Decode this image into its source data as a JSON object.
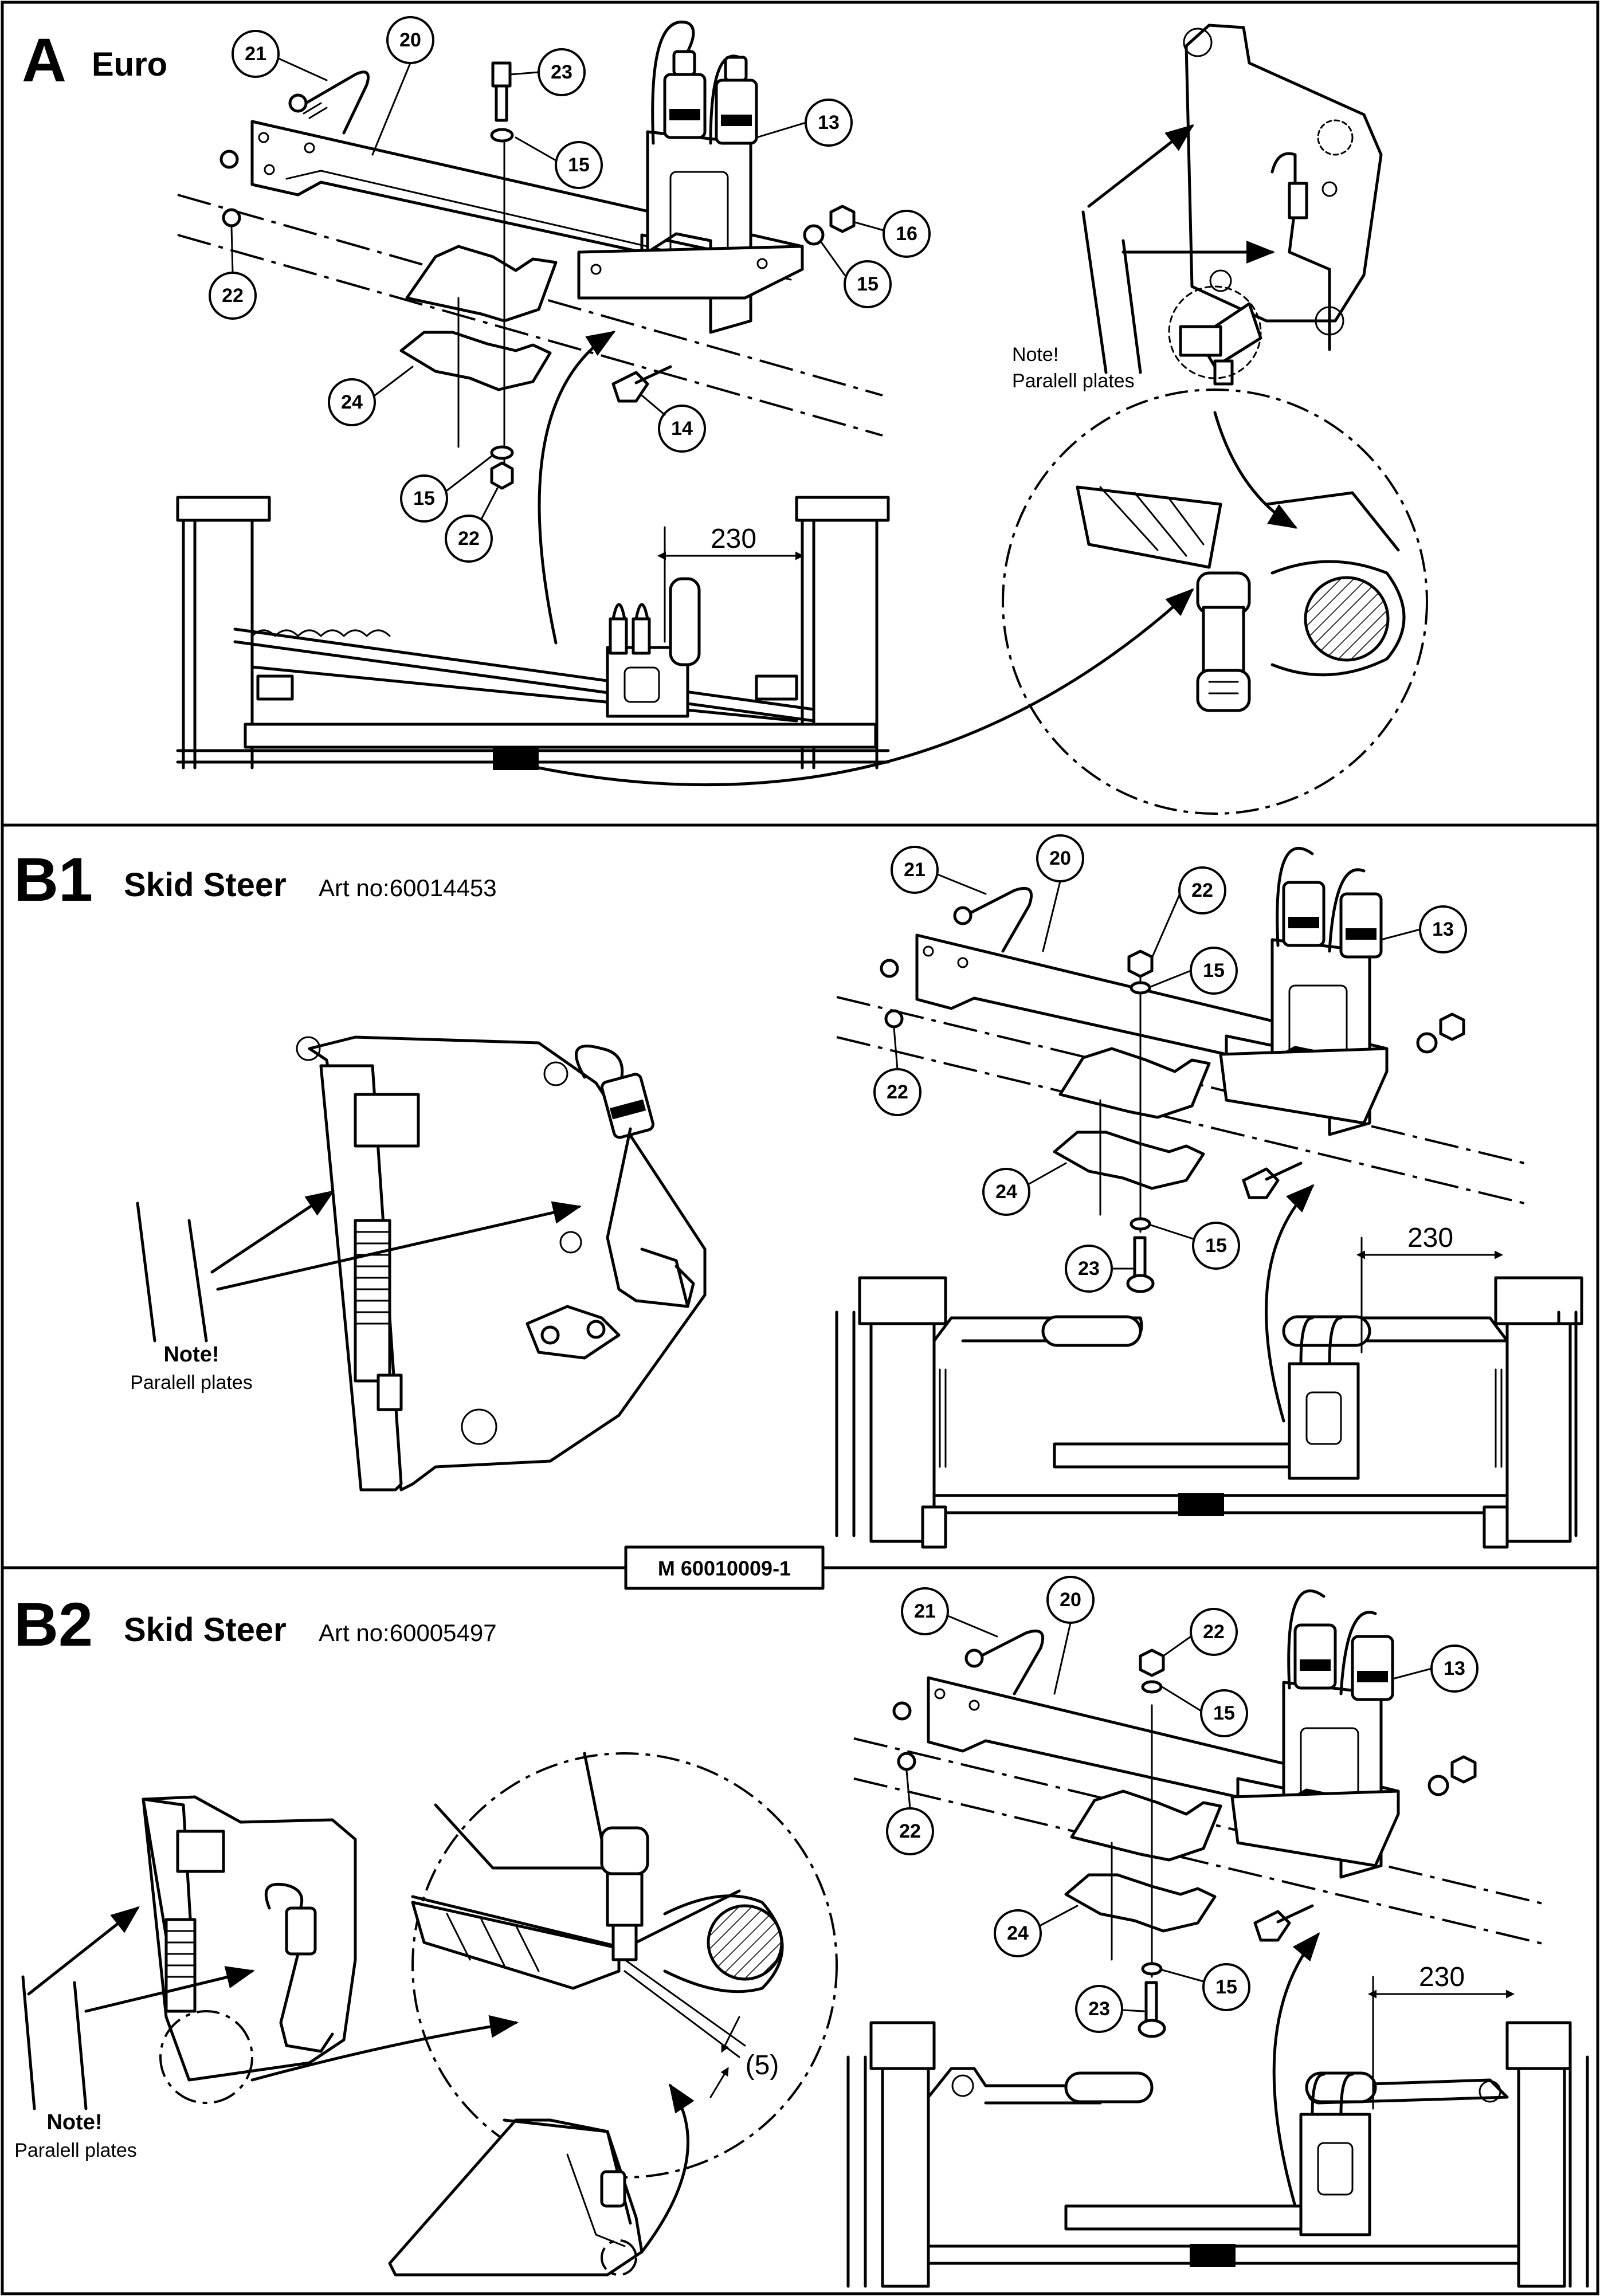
{
  "drawing_code": "M 60010009-1",
  "sections": {
    "a": {
      "letter": "A",
      "title": "Euro",
      "dimension": "230",
      "note_bold": "Note!",
      "note_regular": "Paralell plates",
      "callouts": [
        "21",
        "20",
        "23",
        "15",
        "13",
        "16",
        "15",
        "22",
        "24",
        "14",
        "15",
        "22"
      ]
    },
    "b1": {
      "letter": "B1",
      "title": "Skid Steer",
      "article": "Art no:60014453",
      "dimension": "230",
      "note_bold": "Note!",
      "note_regular": "Paralell plates",
      "callouts": [
        "21",
        "20",
        "22",
        "15",
        "13",
        "22",
        "24",
        "15",
        "23"
      ]
    },
    "b2": {
      "letter": "B2",
      "title": "Skid Steer",
      "article": "Art no:60005497",
      "dimension": "230",
      "gap": "(5)",
      "note_bold": "Note!",
      "note_regular": "Paralell plates",
      "callouts": [
        "21",
        "20",
        "22",
        "15",
        "13",
        "22",
        "24",
        "15",
        "23"
      ]
    }
  }
}
